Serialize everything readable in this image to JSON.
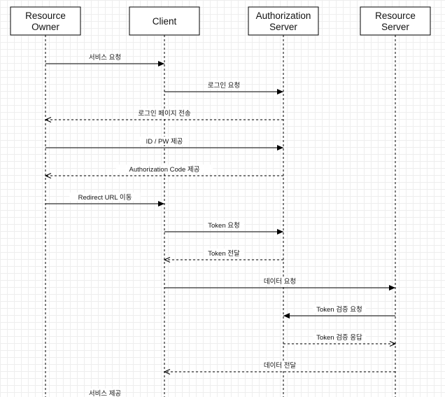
{
  "participants": [
    {
      "id": "ro",
      "label_lines": [
        "Resource",
        "Owner"
      ]
    },
    {
      "id": "client",
      "label_lines": [
        "Client"
      ]
    },
    {
      "id": "as",
      "label_lines": [
        "Authorization",
        "Server"
      ]
    },
    {
      "id": "rs",
      "label_lines": [
        "Resource",
        "Server"
      ]
    }
  ],
  "messages": [
    {
      "from": "ro",
      "to": "client",
      "label": "서비스 요청",
      "dashed": false
    },
    {
      "from": "client",
      "to": "as",
      "label": "로그인 요청",
      "dashed": false
    },
    {
      "from": "as",
      "to": "ro",
      "label": "로그인 페이지 전송",
      "dashed": true
    },
    {
      "from": "ro",
      "to": "as",
      "label": "ID / PW 제공",
      "dashed": false
    },
    {
      "from": "as",
      "to": "ro",
      "label": "Authorization Code 제공",
      "dashed": true
    },
    {
      "from": "ro",
      "to": "client",
      "label": "Redirect URL 이동",
      "dashed": false
    },
    {
      "from": "client",
      "to": "as",
      "label": "Token 요청",
      "dashed": false
    },
    {
      "from": "as",
      "to": "client",
      "label": "Token 전달",
      "dashed": true
    },
    {
      "from": "client",
      "to": "rs",
      "label": "데이터 요청",
      "dashed": false
    },
    {
      "from": "rs",
      "to": "as",
      "label": "Token 검증 요청",
      "dashed": false
    },
    {
      "from": "as",
      "to": "rs",
      "label": "Token 검증 응답",
      "dashed": true
    },
    {
      "from": "rs",
      "to": "client",
      "label": "데이터 전달",
      "dashed": true
    },
    {
      "from": "client",
      "to": "ro",
      "label": "서비스 제공",
      "dashed": true
    }
  ]
}
